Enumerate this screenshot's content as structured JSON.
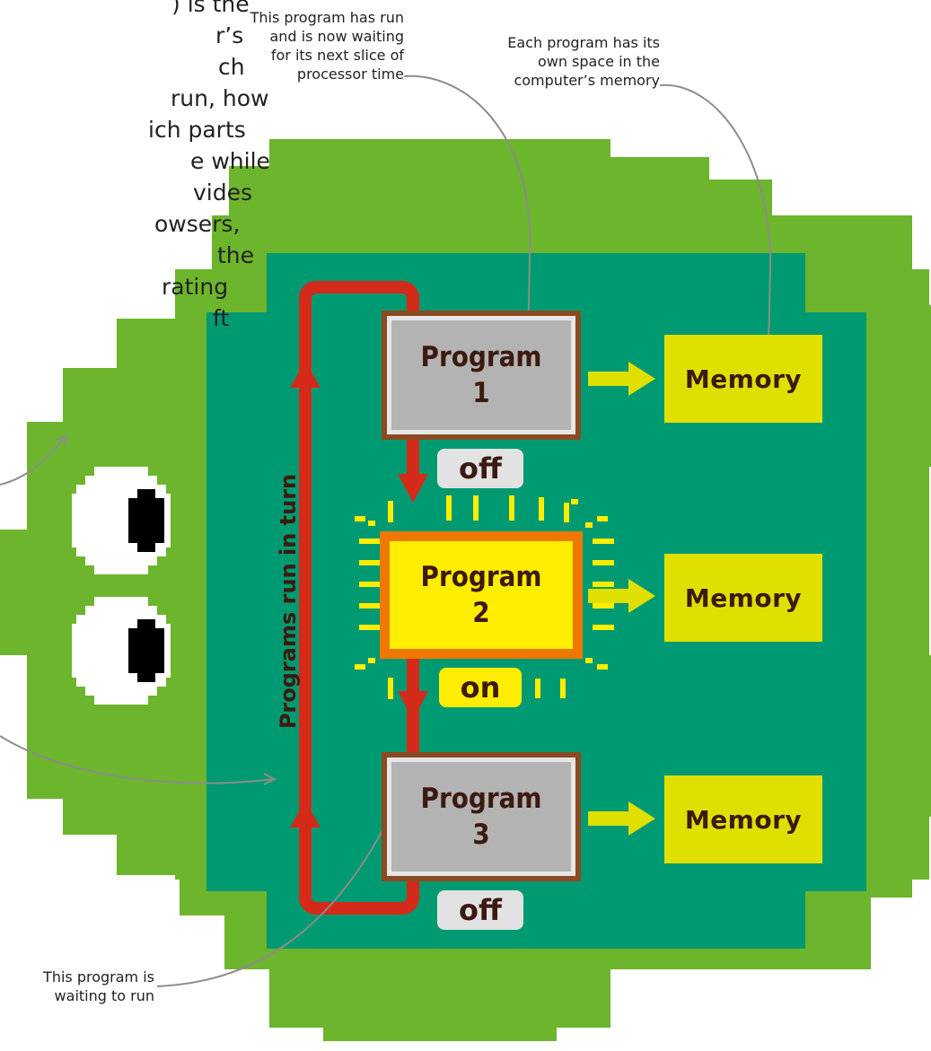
{
  "intro_fragments": [
    ") is the",
    "r’s",
    "ch",
    "run, how",
    "ich parts",
    "e while",
    "vides",
    "owsers,",
    " the",
    "rating",
    "ft"
  ],
  "annotations": {
    "top_center": [
      "This program has run",
      "and is now waiting",
      "for its next slice of",
      "processor time"
    ],
    "top_right": [
      "Each program has its",
      "own space in the",
      "computer’s memory"
    ],
    "bottom_left": [
      "This program is",
      "waiting to run"
    ]
  },
  "vertical_label": "Programs run in turn",
  "programs": [
    {
      "line1": "Program",
      "line2": "1",
      "status": "off"
    },
    {
      "line1": "Program",
      "line2": "2",
      "status": "on"
    },
    {
      "line1": "Program",
      "line2": "3",
      "status": "off"
    }
  ],
  "memory_label": "Memory",
  "colors": {
    "body_green": "#6db52c",
    "screen_teal": "#009a72",
    "loop_red": "#d42a1a",
    "program_gray": "#b3b3b3",
    "program_border_brown": "#8a4a22",
    "active_orange": "#ee7800",
    "active_yellow": "#ffed00",
    "memory_yellow": "#dfe000",
    "arrow_yellow": "#dfe000",
    "pill_gray": "#e2e2e2",
    "pill_yellow": "#ffed00"
  }
}
